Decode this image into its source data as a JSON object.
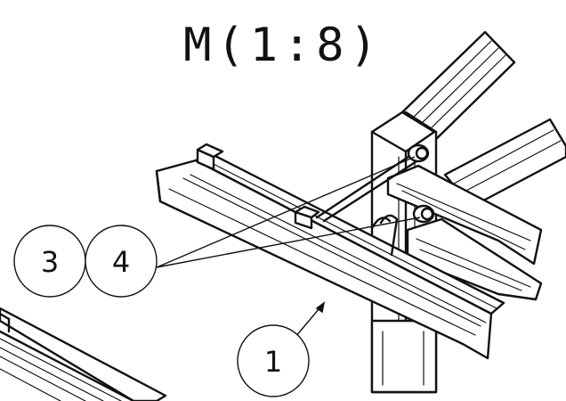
{
  "view": {
    "scale_label": "M(1:8)"
  },
  "balloons": [
    {
      "label": "3"
    },
    {
      "label": "4"
    },
    {
      "label": "1"
    }
  ],
  "colors": {
    "line": "#111111",
    "background": "#ffffff"
  }
}
